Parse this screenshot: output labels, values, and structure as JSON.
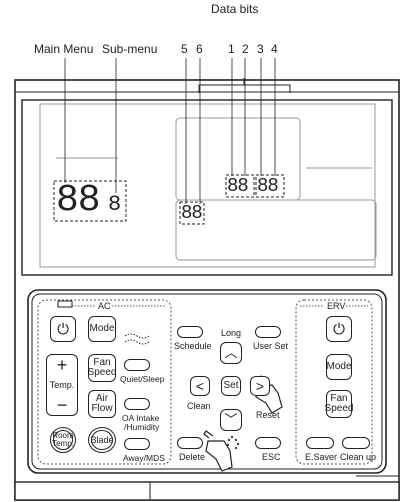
{
  "annotations": {
    "data_bits": "Data bits",
    "main_menu": "Main Menu",
    "sub_menu": "Sub-menu",
    "digit_labels": [
      "5",
      "6",
      "1",
      "2",
      "3",
      "4"
    ]
  },
  "display": {
    "main_digits": "88",
    "sub_digit": "8",
    "bits_1_2": "88",
    "bits_3_4": "88",
    "bits_5_6": "88"
  },
  "keypad": {
    "ac_section_label": "AC",
    "erv_section_label": "ERV",
    "ac": {
      "mode": "Mode",
      "temp": "Temp.",
      "fan_speed": [
        "Fan",
        "Speed"
      ],
      "air_flow": [
        "Air",
        "Flow"
      ],
      "room_temp": [
        "Room",
        "Temp."
      ],
      "blade": "Blade",
      "quiet_sleep": "Quiet/Sleep",
      "oa_intake": [
        "OA Intake",
        "/Humidity"
      ],
      "away_mds": "Away/MDS"
    },
    "center": {
      "schedule": "Schedule",
      "long": "Long",
      "user_set": "User Set",
      "clean": "Clean",
      "set": "Set",
      "reset": "Reset",
      "delete": "Delete",
      "esc": "ESC"
    },
    "erv": {
      "mode": "Mode",
      "fan_speed": [
        "Fan",
        "Speed"
      ],
      "e_saver": "E.Saver",
      "clean_up": "Clean up"
    }
  }
}
